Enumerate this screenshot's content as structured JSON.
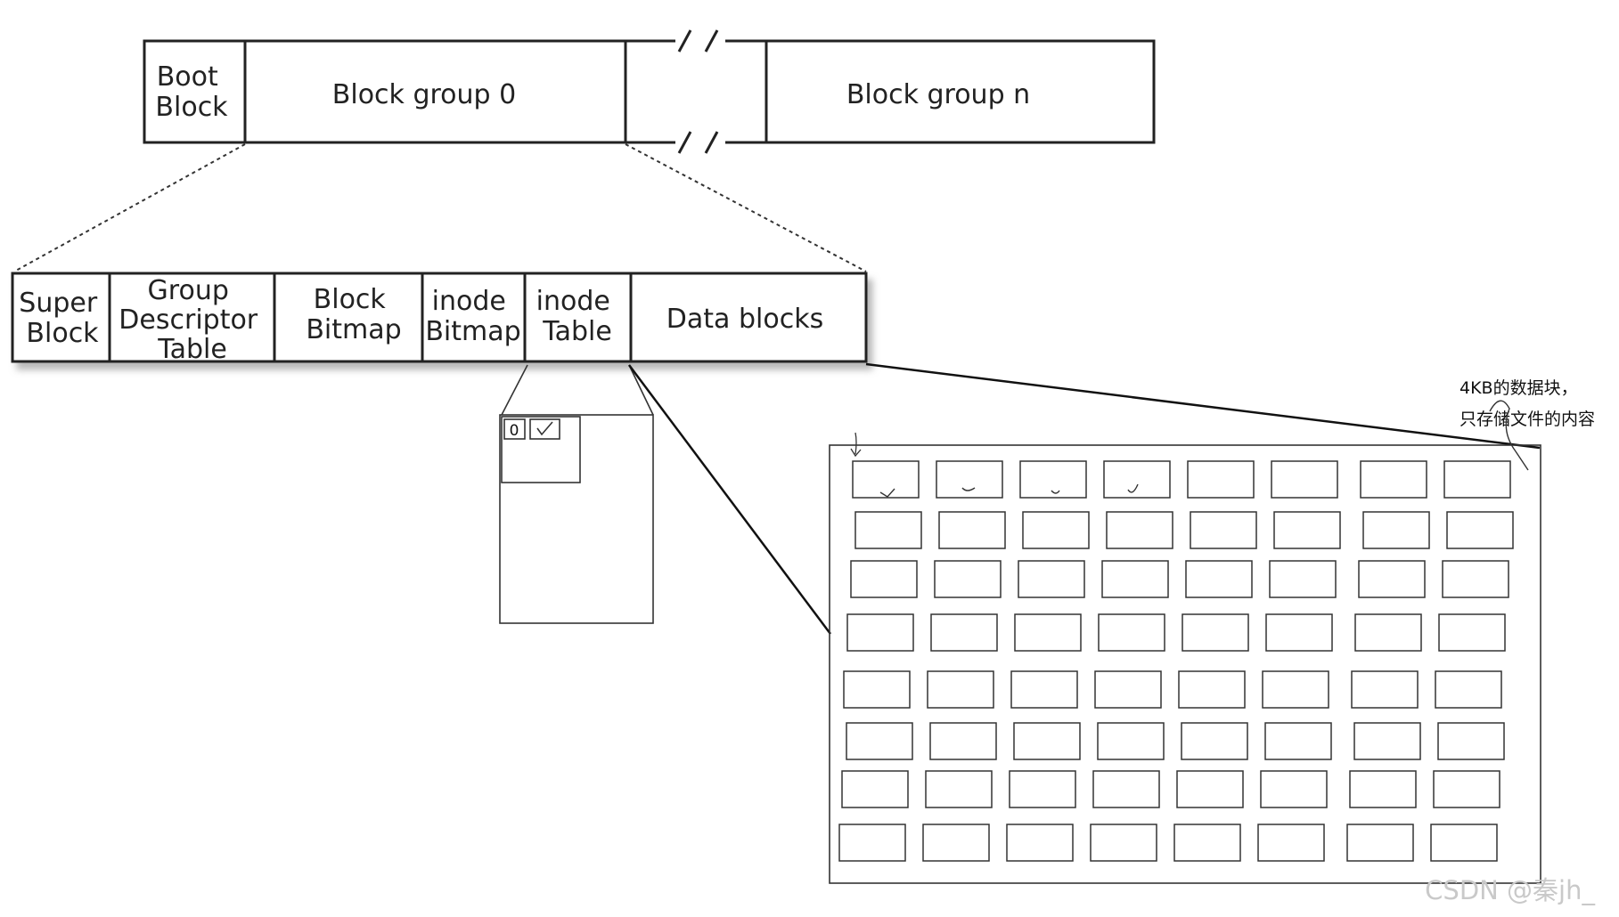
{
  "top_row": {
    "boot_block": [
      "Boot",
      "Block"
    ],
    "block_group_0": "Block group 0",
    "block_group_n": "Block group n"
  },
  "detail_row": {
    "super_block": [
      "Super",
      "Block"
    ],
    "group_descriptor_table": [
      "Group",
      "Descriptor",
      "Table"
    ],
    "block_bitmap": [
      "Block",
      "Bitmap"
    ],
    "inode_bitmap": [
      "inode",
      "Bitmap"
    ],
    "inode_table": [
      "inode",
      "Table"
    ],
    "data_blocks": "Data blocks"
  },
  "bitmap_zoom": {
    "bit_value": "0"
  },
  "data_blocks_zoom": {
    "annotation": [
      "4KB的数据块，",
      "只存储文件的内容"
    ],
    "rows": 8,
    "cols": 8
  },
  "watermark": "CSDN @秦jh_"
}
